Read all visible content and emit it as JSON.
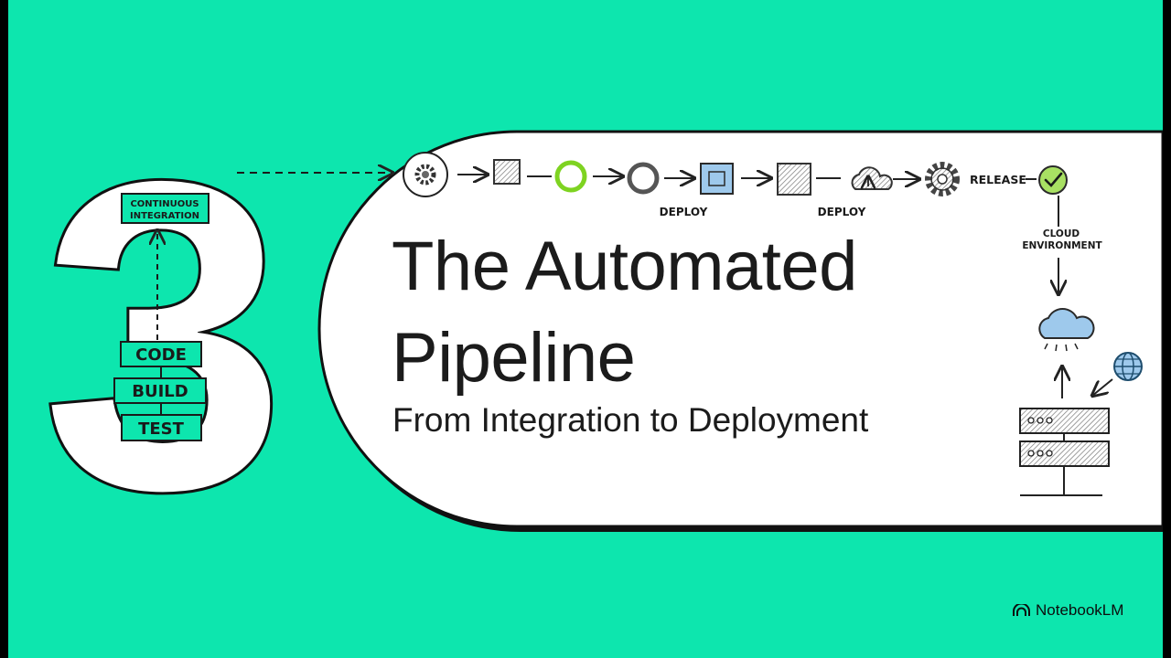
{
  "section_number": "3",
  "title_line_1": "The Automated",
  "title_line_2": "Pipeline",
  "subtitle": "From Integration to Deployment",
  "ci_label_line_1": "CONTINUOUS",
  "ci_label_line_2": "INTEGRATION",
  "stack": [
    "CODE",
    "BUILD",
    "TEST"
  ],
  "pipeline_labels": {
    "deploy_1": "DEPLOY",
    "deploy_2": "DEPLOY",
    "release": "RELEASE",
    "cloud_env_line_1": "CLOUD",
    "cloud_env_line_2": "ENVIRONMENT"
  },
  "brand": "NotebookLM",
  "colors": {
    "background": "#0de6ae",
    "card": "#ffffff",
    "ink": "#1b1b1b",
    "accent_green": "#7ed321",
    "accent_blue": "#9ec9ec"
  }
}
